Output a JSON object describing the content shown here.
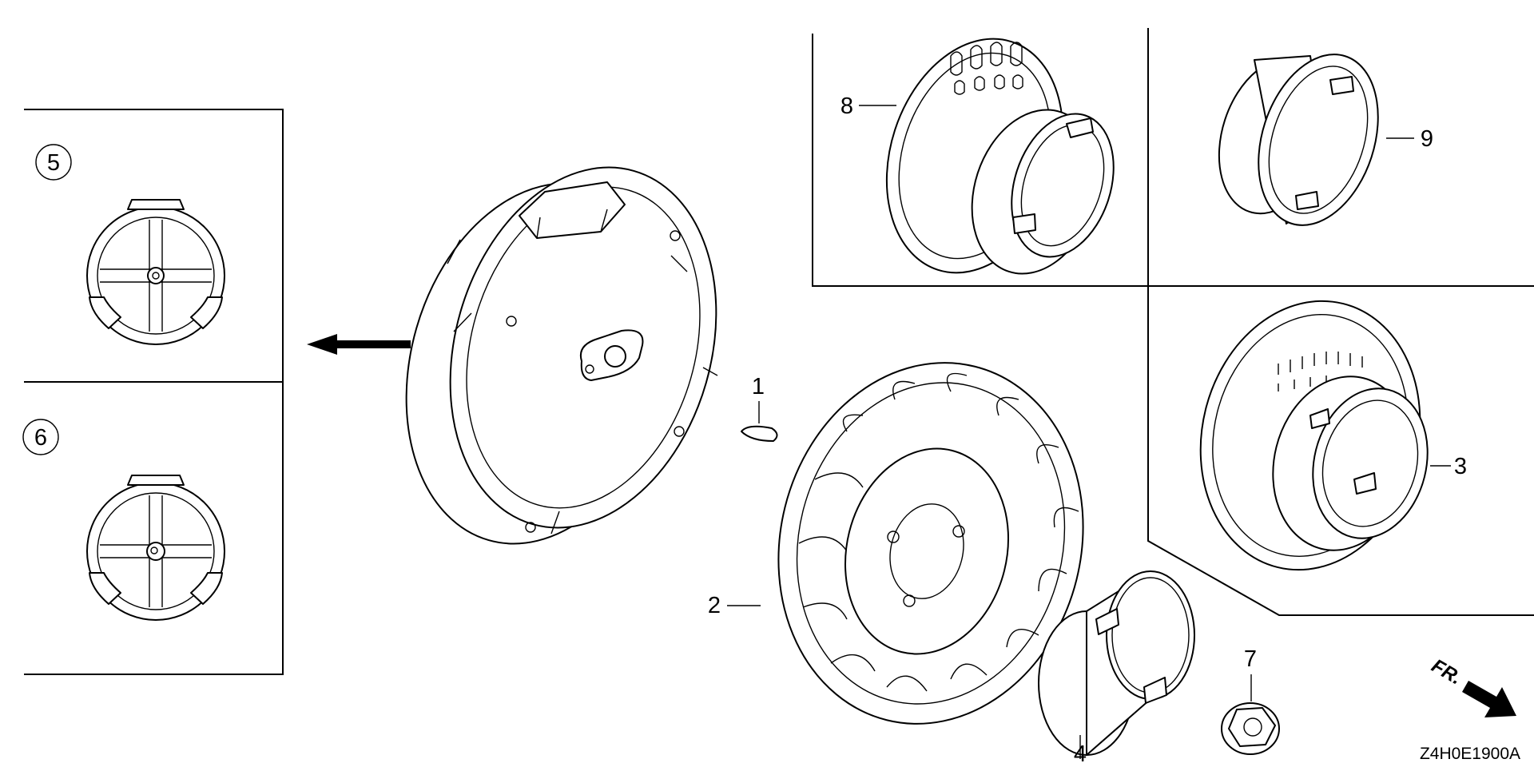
{
  "callouts": {
    "p1": "1",
    "p2": "2",
    "p3": "3",
    "p4": "4",
    "p5": "5",
    "p6": "6",
    "p7": "7",
    "p8": "8",
    "p9": "9"
  },
  "direction_label": "FR.",
  "diagram_code": "Z4H0E1900A"
}
